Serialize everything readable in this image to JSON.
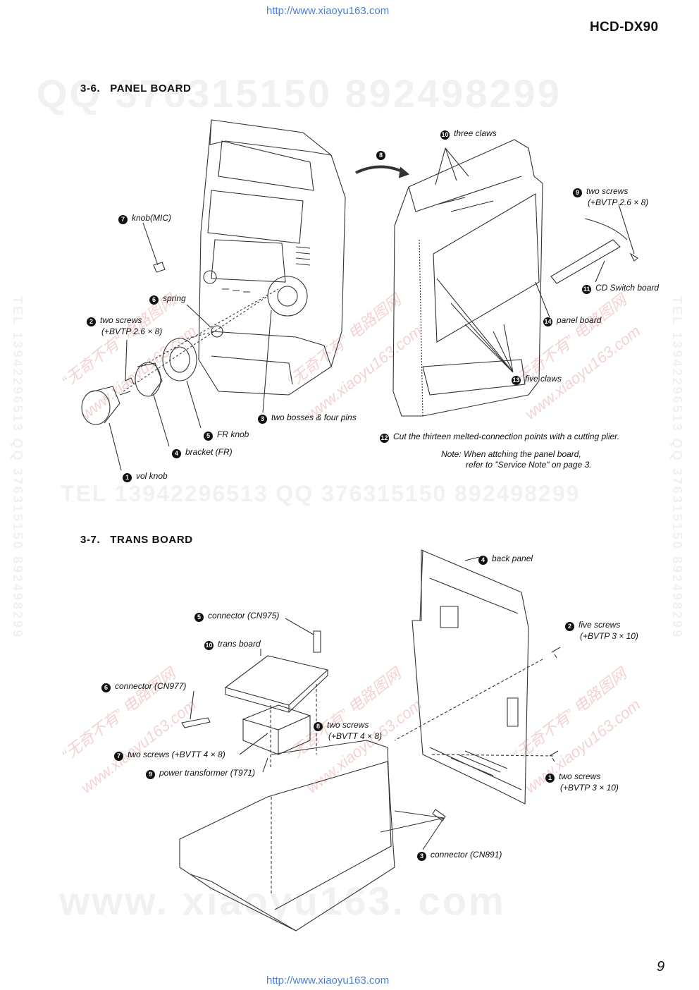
{
  "header": {
    "url_top": "http://www.xiaoyu163.com",
    "model": "HCD-DX90"
  },
  "footer": {
    "url_bottom": "http://www.xiaoyu163.com",
    "page_number": "9"
  },
  "watermarks": {
    "qq_line": "QQ 376315150   892498299",
    "tel_line": "TEL 13942296513   QQ 376315150   892498299",
    "www_line": "www. xiaoyu163. com",
    "vertical": "TEL 13942296513   QQ 376315150   892498299",
    "diag1": "“无奇不有” 电路图网",
    "diag2": "www.xiaoyu163.com"
  },
  "section_panel": {
    "number": "3-6.",
    "title": "PANEL  BOARD",
    "labels": {
      "l1": {
        "n": "1",
        "text": "vol knob"
      },
      "l2": {
        "n": "2",
        "text": "two screws",
        "sub": "(+BVTP 2.6 × 8)"
      },
      "l3": {
        "n": "3",
        "text": "two bosses & four pins"
      },
      "l4": {
        "n": "4",
        "text": "bracket (FR)"
      },
      "l5": {
        "n": "5",
        "text": "FR knob"
      },
      "l6": {
        "n": "6",
        "text": "spring"
      },
      "l7": {
        "n": "7",
        "text": "knob(MIC)"
      },
      "l8": {
        "n": "8"
      },
      "l9": {
        "n": "9",
        "text": "two screws",
        "sub": "(+BVTP 2.6 × 8)"
      },
      "l10": {
        "n": "10",
        "text": "three claws"
      },
      "l11": {
        "n": "11",
        "text": "CD Switch board"
      },
      "l12": {
        "n": "12",
        "text": "Cut the thirteen melted-connection points with a cutting plier."
      },
      "l13": {
        "n": "13",
        "text": "five claws"
      },
      "l14": {
        "n": "14",
        "text": "panel board"
      }
    },
    "note_line1": "Note: When attching the panel board,",
    "note_line2": "refer to \"Service Note\" on page 3."
  },
  "section_trans": {
    "number": "3-7.",
    "title": "TRANS  BOARD",
    "labels": {
      "l1": {
        "n": "1",
        "text": "two screws",
        "sub": "(+BVTP 3 × 10)"
      },
      "l2": {
        "n": "2",
        "text": "five screws",
        "sub": "(+BVTP 3 × 10)"
      },
      "l3": {
        "n": "3",
        "text": "connector (CN891)"
      },
      "l4": {
        "n": "4",
        "text": "back panel"
      },
      "l5": {
        "n": "5",
        "text": "connector (CN975)"
      },
      "l6": {
        "n": "6",
        "text": "connector (CN977)"
      },
      "l7": {
        "n": "7",
        "text": "two screws (+BVTT 4 × 8)"
      },
      "l8": {
        "n": "8",
        "text": "two screws",
        "sub": "(+BVTT 4 × 8)"
      },
      "l9": {
        "n": "9",
        "text": "power transformer (T971)"
      },
      "l10": {
        "n": "10",
        "text": "trans board"
      }
    }
  }
}
